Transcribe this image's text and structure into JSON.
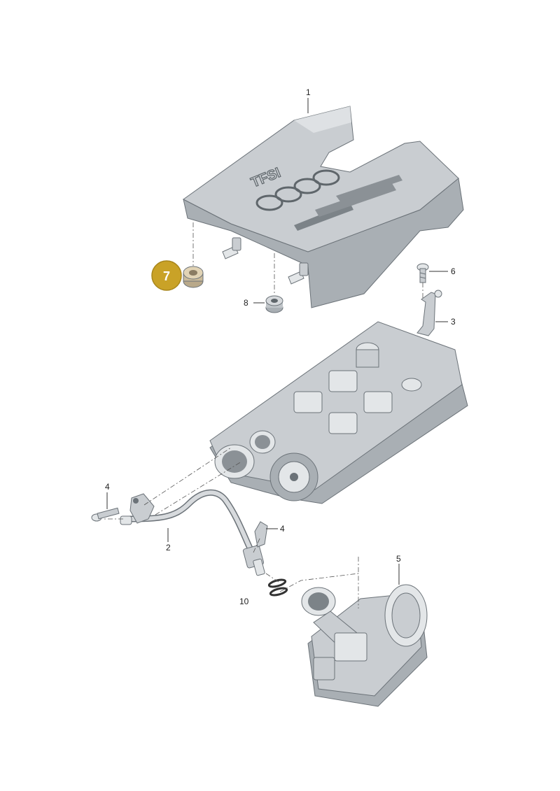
{
  "diagram": {
    "highlighted_part": "7",
    "callouts": {
      "c1": "1",
      "c2": "2",
      "c3": "3",
      "c4a": "4",
      "c4b": "4",
      "c5": "5",
      "c6": "6",
      "c8": "8",
      "c10": "10"
    },
    "cover_logo_text": "TFSI",
    "colors": {
      "highlight_badge": "#c9a227",
      "part_fill": "#c9cdd1",
      "part_stroke": "#6b7278"
    }
  }
}
